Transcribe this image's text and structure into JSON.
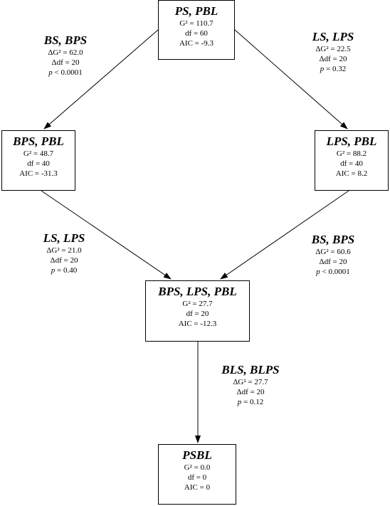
{
  "nodes": {
    "top": {
      "title": "PS, PBL",
      "g2": "G² = 110.7",
      "df": "df = 60",
      "aic": "AIC = -9.3"
    },
    "left": {
      "title": "BPS, PBL",
      "g2": "G² = 48.7",
      "df": "df = 40",
      "aic": "AIC = -31.3"
    },
    "right": {
      "title": "LPS, PBL",
      "g2": "G² = 88.2",
      "df": "df = 40",
      "aic": "AIC = 8.2"
    },
    "middle": {
      "title": "BPS, LPS, PBL",
      "g2": "G² = 27.7",
      "df": "df = 20",
      "aic": "AIC = -12.3"
    },
    "bottom": {
      "title": "PSBL",
      "g2": "G² = 0.0",
      "df": "df = 0",
      "aic": "AIC = 0"
    }
  },
  "edges": {
    "top_left": {
      "title": "BS, BPS",
      "dg2": "ΔG² = 62.0",
      "ddf": "Δdf = 20",
      "p_symbol": "p",
      "p_value": " < 0.0001"
    },
    "top_right": {
      "title": "LS, LPS",
      "dg2": "ΔG² = 22.5",
      "ddf": "Δdf = 20",
      "p_symbol": "p",
      "p_value": " = 0.32"
    },
    "left_middle": {
      "title": "LS, LPS",
      "dg2": "ΔG² = 21.0",
      "ddf": "Δdf = 20",
      "p_symbol": "p",
      "p_value": " = 0.40"
    },
    "right_middle": {
      "title": "BS, BPS",
      "dg2": "ΔG² = 60.6",
      "ddf": "Δdf = 20",
      "p_symbol": "p",
      "p_value": " < 0.0001"
    },
    "middle_bottom": {
      "title": "BLS, BLPS",
      "dg2": "ΔG² = 27.7",
      "ddf": "Δdf = 20",
      "p_symbol": "p",
      "p_value": " = 0.12"
    }
  }
}
